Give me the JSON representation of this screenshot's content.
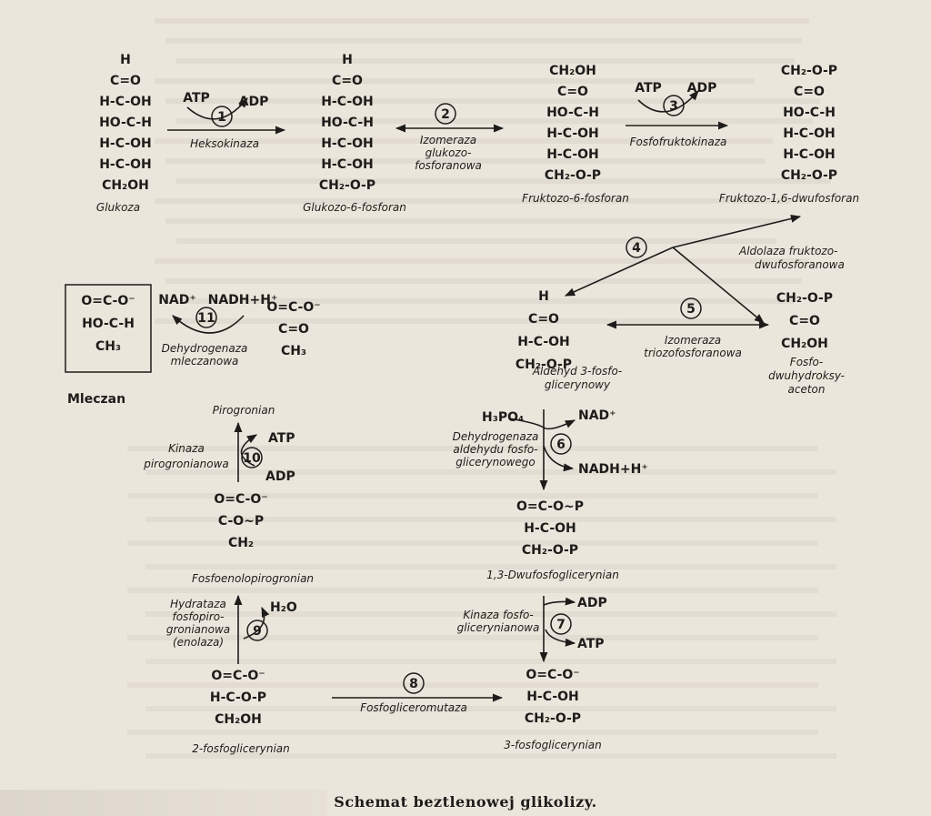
{
  "caption": "Schemat beztlenowej glikolizy.",
  "compounds": [
    {
      "key": "glukoza",
      "name": "Glukoza",
      "lines": [
        "H",
        "C=O",
        "H-C-OH",
        "HO-C-H",
        "H-C-OH",
        "H-C-OH",
        "CH₂OH"
      ]
    },
    {
      "key": "g6p",
      "name": "Glukozo-6-fosforan",
      "lines": [
        "H",
        "C=O",
        "H-C-OH",
        "HO-C-H",
        "H-C-OH",
        "H-C-OH",
        "CH₂-O-P"
      ]
    },
    {
      "key": "f6p",
      "name": "Fruktozo-6-fosforan",
      "lines": [
        "CH₂OH",
        "C=O",
        "HO-C-H",
        "H-C-OH",
        "H-C-OH",
        "CH₂-O-P"
      ]
    },
    {
      "key": "f16bp",
      "name": "Fruktozo-1,6-dwufosforan",
      "lines": [
        "CH₂-O-P",
        "C=O",
        "HO-C-H",
        "H-C-OH",
        "H-C-OH",
        "CH₂-O-P"
      ]
    },
    {
      "key": "g3p",
      "name": "Aldehyd 3-fosfo-glicerynowy",
      "name_lines": [
        "Aldehyd 3-fosfo-",
        "glicerynowy"
      ],
      "lines": [
        "H",
        "C=O",
        "H-C-OH",
        "CH₂-O-P"
      ]
    },
    {
      "key": "dhap",
      "name": "Fosfo-dwuhydroksy-aceton",
      "name_lines": [
        "Fosfo-",
        "dwuhydroksy-",
        "aceton"
      ],
      "lines": [
        "CH₂-O-P",
        "C=O",
        "CH₂OH"
      ]
    },
    {
      "key": "bpg13",
      "name": "1,3-Dwufosfoglicerynian",
      "lines": [
        "O=C-O~P",
        "H-C-OH",
        "CH₂-O-P"
      ]
    },
    {
      "key": "pg3",
      "name": "3-fosfoglicerynian",
      "lines": [
        "O=C-O⁻",
        "H-C-OH",
        "CH₂-O-P"
      ]
    },
    {
      "key": "pg2",
      "name": "2-fosfoglicerynian",
      "lines": [
        "O=C-O⁻",
        "H-C-O-P",
        "CH₂OH"
      ]
    },
    {
      "key": "pep",
      "name": "Fosfoenolopirogronian",
      "lines": [
        "O=C-O⁻",
        "C-O~P",
        "CH₂"
      ]
    },
    {
      "key": "pirogronian",
      "name": "Pirogronian",
      "lines": [
        "O=C-O⁻",
        "C=O",
        "CH₃"
      ]
    },
    {
      "key": "mleczan",
      "name": "Mleczan",
      "lines": [
        "O=C-O⁻",
        "HO-C-H",
        "CH₃"
      ]
    }
  ],
  "steps": [
    {
      "num": "1",
      "enzyme": "Heksokinaza",
      "enzyme_lines": [
        "Heksokinaza"
      ],
      "cofactors": [
        "ATP",
        "ADP"
      ]
    },
    {
      "num": "2",
      "enzyme": "Izomeraza glukozo-fosforanowa",
      "enzyme_lines": [
        "Izomeraza",
        "glukozo-",
        "fosforanowa"
      ],
      "cofactors": []
    },
    {
      "num": "3",
      "enzyme": "Fosfofruktokinaza",
      "enzyme_lines": [
        "Fosfofruktokinaza"
      ],
      "cofactors": [
        "ATP",
        "ADP"
      ]
    },
    {
      "num": "4",
      "enzyme": "Aldolaza fruktozo-dwufosforanowa",
      "enzyme_lines": [
        "Aldolaza fruktozo-",
        "dwufosforanowa"
      ],
      "cofactors": []
    },
    {
      "num": "5",
      "enzyme": "Izomeraza triozofosforanowa",
      "enzyme_lines": [
        "Izomeraza",
        "triozofosforanowa"
      ],
      "cofactors": []
    },
    {
      "num": "6",
      "enzyme": "Dehydrogenaza aldehydu fosfo-glicerynowego",
      "enzyme_lines": [
        "Dehydrogenaza",
        "aldehydu fosfo-",
        "glicerynowego"
      ],
      "cofactors": [
        "H₃PO₄",
        "NAD⁺",
        "NADH+H⁺"
      ]
    },
    {
      "num": "7",
      "enzyme": "Kinaza fosfo-glicerynianowa",
      "enzyme_lines": [
        "Kinaza fosfo-",
        "glicerynianowa"
      ],
      "cofactors": [
        "ADP",
        "ATP"
      ]
    },
    {
      "num": "8",
      "enzyme": "Fosfogliceromutaza",
      "enzyme_lines": [
        "Fosfogliceromutaza"
      ],
      "cofactors": []
    },
    {
      "num": "9",
      "enzyme": "Hydrataza fosfopiro-gronianowa (enolaza)",
      "enzyme_lines": [
        "Hydrataza",
        "fosfopiro-",
        "gronianowa",
        "(enolaza)"
      ],
      "cofactors": [
        "H₂O"
      ]
    },
    {
      "num": "10",
      "enzyme": "Kinaza pirogronianowa",
      "enzyme_lines": [
        "Kinaza",
        "pirogronianowa"
      ],
      "cofactors": [
        "ATP",
        "ADP"
      ]
    },
    {
      "num": "11",
      "enzyme": "Dehydrogenaza mleczanowa",
      "enzyme_lines": [
        "Dehydrogenaza",
        "mleczanowa"
      ],
      "cofactors": [
        "NAD⁺",
        "NADH+H⁺"
      ]
    }
  ],
  "colors": {
    "ink": "#1e1c1a",
    "paper": "#ebe6dc",
    "faint_text": "#cdc7bc"
  }
}
